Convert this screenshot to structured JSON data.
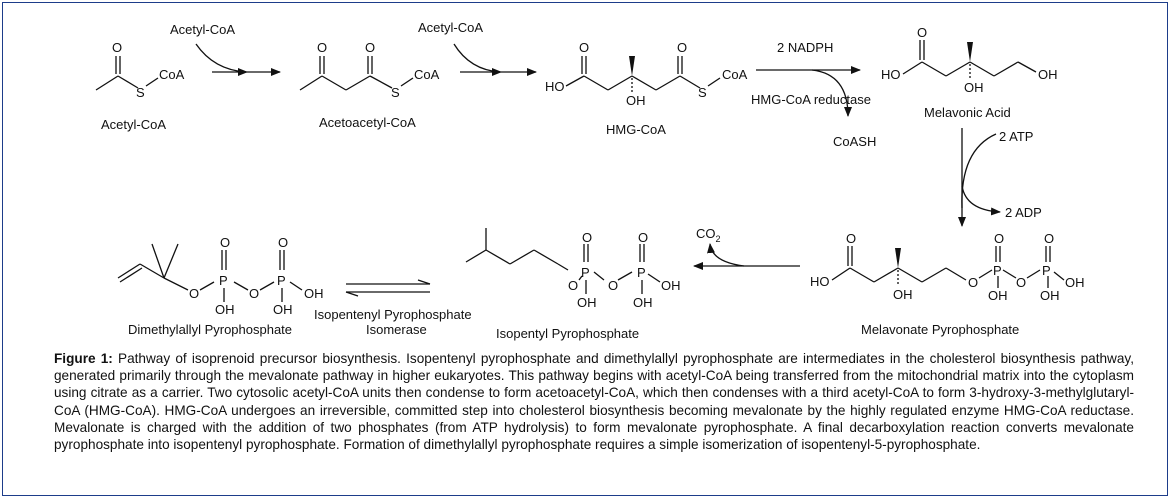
{
  "reagents": {
    "acetyl_coa_1": "Acetyl-CoA",
    "acetyl_coa_2": "Acetyl-CoA",
    "nadph": "2 NADPH",
    "hmg_reductase": "HMG-CoA reductase",
    "coash": "CoASH",
    "atp": "2 ATP",
    "adp": "2 ADP",
    "co2": "CO",
    "co2_sub": "2",
    "isomerase_line1": "Isopentenyl Pyrophosphate",
    "isomerase_line2": "Isomerase"
  },
  "compounds": {
    "acetyl_coa": "Acetyl-CoA",
    "acetoacetyl_coa": "Acetoacetyl-CoA",
    "hmg_coa": "HMG-CoA",
    "mevalonic_acid": "Melavonic Acid",
    "mevalonate_pp": "Melavonate Pyrophosphate",
    "isopentyl_pp": "Isopentyl Pyrophosphate",
    "dimethylallyl_pp": "Dimethylallyl Pyrophosphate"
  },
  "atoms": {
    "O": "O",
    "S": "S",
    "P": "P",
    "CoA": "CoA",
    "HO": "HO",
    "OH": "OH"
  },
  "caption": {
    "label": "Figure 1:",
    "text": "Pathway of isoprenoid precursor biosynthesis. Isopentenyl pyrophosphate and dimethylallyl pyrophosphate are intermediates in the cholesterol biosynthesis pathway, generated primarily through the mevalonate pathway in higher eukaryotes. This pathway begins with acetyl-CoA being transferred from the mitochondrial matrix into the cytoplasm using citrate as a carrier. Two cytosolic acetyl-CoA units then condense to form acetoacetyl-CoA, which then condenses with a third acetyl-CoA to form 3-hydroxy-3-methylglutaryl-CoA (HMG-CoA). HMG-CoA undergoes an irreversible, committed step into cholesterol biosynthesis becoming mevalonate by the highly regulated enzyme HMG-CoA reductase. Mevalonate is charged with the addition of two phosphates (from ATP hydrolysis) to form mevalonate pyrophosphate. A final decarboxylation reaction converts mevalonate pyrophosphate into isopentenyl pyrophosphate. Formation of dimethylallyl pyrophosphate requires a simple isomerization of isopentenyl-5-pyrophosphate."
  }
}
